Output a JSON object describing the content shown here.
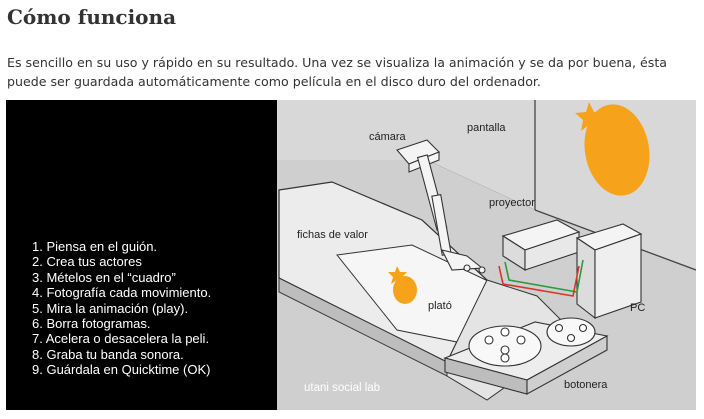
{
  "header": {
    "title": "Cómo funciona"
  },
  "intro": {
    "text": "Es sencillo en su uso y rápido en su resultado. Una vez se visualiza la animación y se da por buena, ésta puede ser guardada automáticamente como película en el disco duro del ordenador."
  },
  "figure": {
    "steps": [
      "1. Piensa en el guión.",
      "2. Crea tus actores",
      "3. Mételos en el “cuadro”",
      "4. Fotografía cada movimiento.",
      "5. Mira la animación (play).",
      "6. Borra fotogramas.",
      "7. Acelera o desacelera la peli.",
      "8. Graba tu banda sonora.",
      "9. Guárdala en Quicktime (OK)"
    ],
    "labels": {
      "camara": "cámara",
      "pantalla": "pantalla",
      "proyector": "proyector",
      "fichas": "fichas de valor",
      "plato": "plató",
      "pc": "PC",
      "botonera": "botonera"
    },
    "credit": "utani social lab",
    "colors": {
      "background_scene": "#dcdcdc",
      "accent_orange": "#f7a21b",
      "cable_green": "#2e9a3a",
      "cable_red": "#d9342b"
    }
  }
}
